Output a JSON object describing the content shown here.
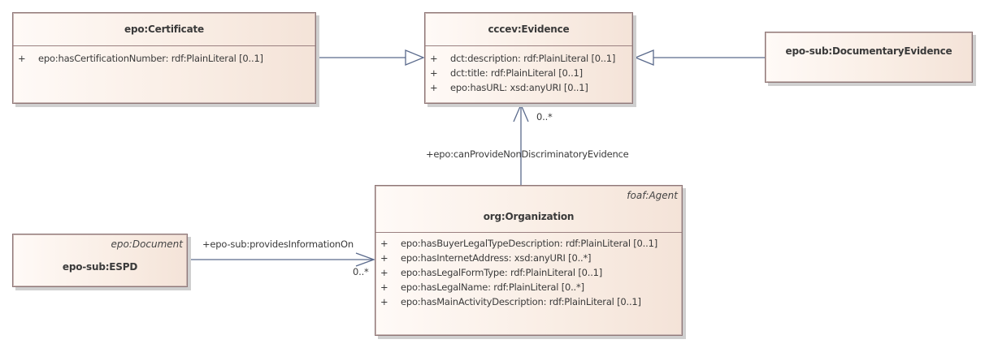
{
  "diagram": {
    "type": "UML class diagram",
    "classes": {
      "certificate": {
        "name": "epo:Certificate",
        "attributes": [
          {
            "visibility": "+",
            "text": "epo:hasCertificationNumber: rdf:PlainLiteral [0..1]"
          }
        ]
      },
      "evidence": {
        "name": "cccev:Evidence",
        "attributes": [
          {
            "visibility": "+",
            "text": "dct:description: rdf:PlainLiteral [0..1]"
          },
          {
            "visibility": "+",
            "text": "dct:title: rdf:PlainLiteral [0..1]"
          },
          {
            "visibility": "+",
            "text": "epo:hasURL: xsd:anyURI [0..1]"
          }
        ]
      },
      "documentary_evidence": {
        "name": "epo-sub:DocumentaryEvidence"
      },
      "organization": {
        "name": "org:Organization",
        "stereotype": "foaf:Agent",
        "attributes": [
          {
            "visibility": "+",
            "text": "epo:hasBuyerLegalTypeDescription: rdf:PlainLiteral [0..1]"
          },
          {
            "visibility": "+",
            "text": "epo:hasInternetAddress: xsd:anyURI [0..*]"
          },
          {
            "visibility": "+",
            "text": "epo:hasLegalFormType: rdf:PlainLiteral [0..1]"
          },
          {
            "visibility": "+",
            "text": "epo:hasLegalName: rdf:PlainLiteral [0..*]"
          },
          {
            "visibility": "+",
            "text": "epo:hasMainActivityDescription: rdf:PlainLiteral [0..1]"
          }
        ]
      },
      "espd": {
        "name": "epo-sub:ESPD",
        "stereotype": "epo:Document"
      }
    },
    "relations": [
      {
        "type": "generalization",
        "from": "epo:Certificate",
        "to": "cccev:Evidence"
      },
      {
        "type": "generalization",
        "from": "epo-sub:DocumentaryEvidence",
        "to": "cccev:Evidence"
      },
      {
        "type": "association",
        "from": "org:Organization",
        "to": "cccev:Evidence",
        "role": "+epo:canProvideNonDiscriminatoryEvidence",
        "multiplicity": "0..*"
      },
      {
        "type": "association",
        "from": "epo-sub:ESPD",
        "to": "org:Organization",
        "role": "+epo-sub:providesInformationOn",
        "multiplicity": "0..*"
      }
    ],
    "colors": {
      "line": "#5a6a8c",
      "box_border": "#8f7777",
      "box_fill_start": "#fffaf7",
      "box_fill_end": "#f4e3d8",
      "shadow": "#cfcfcf"
    }
  }
}
